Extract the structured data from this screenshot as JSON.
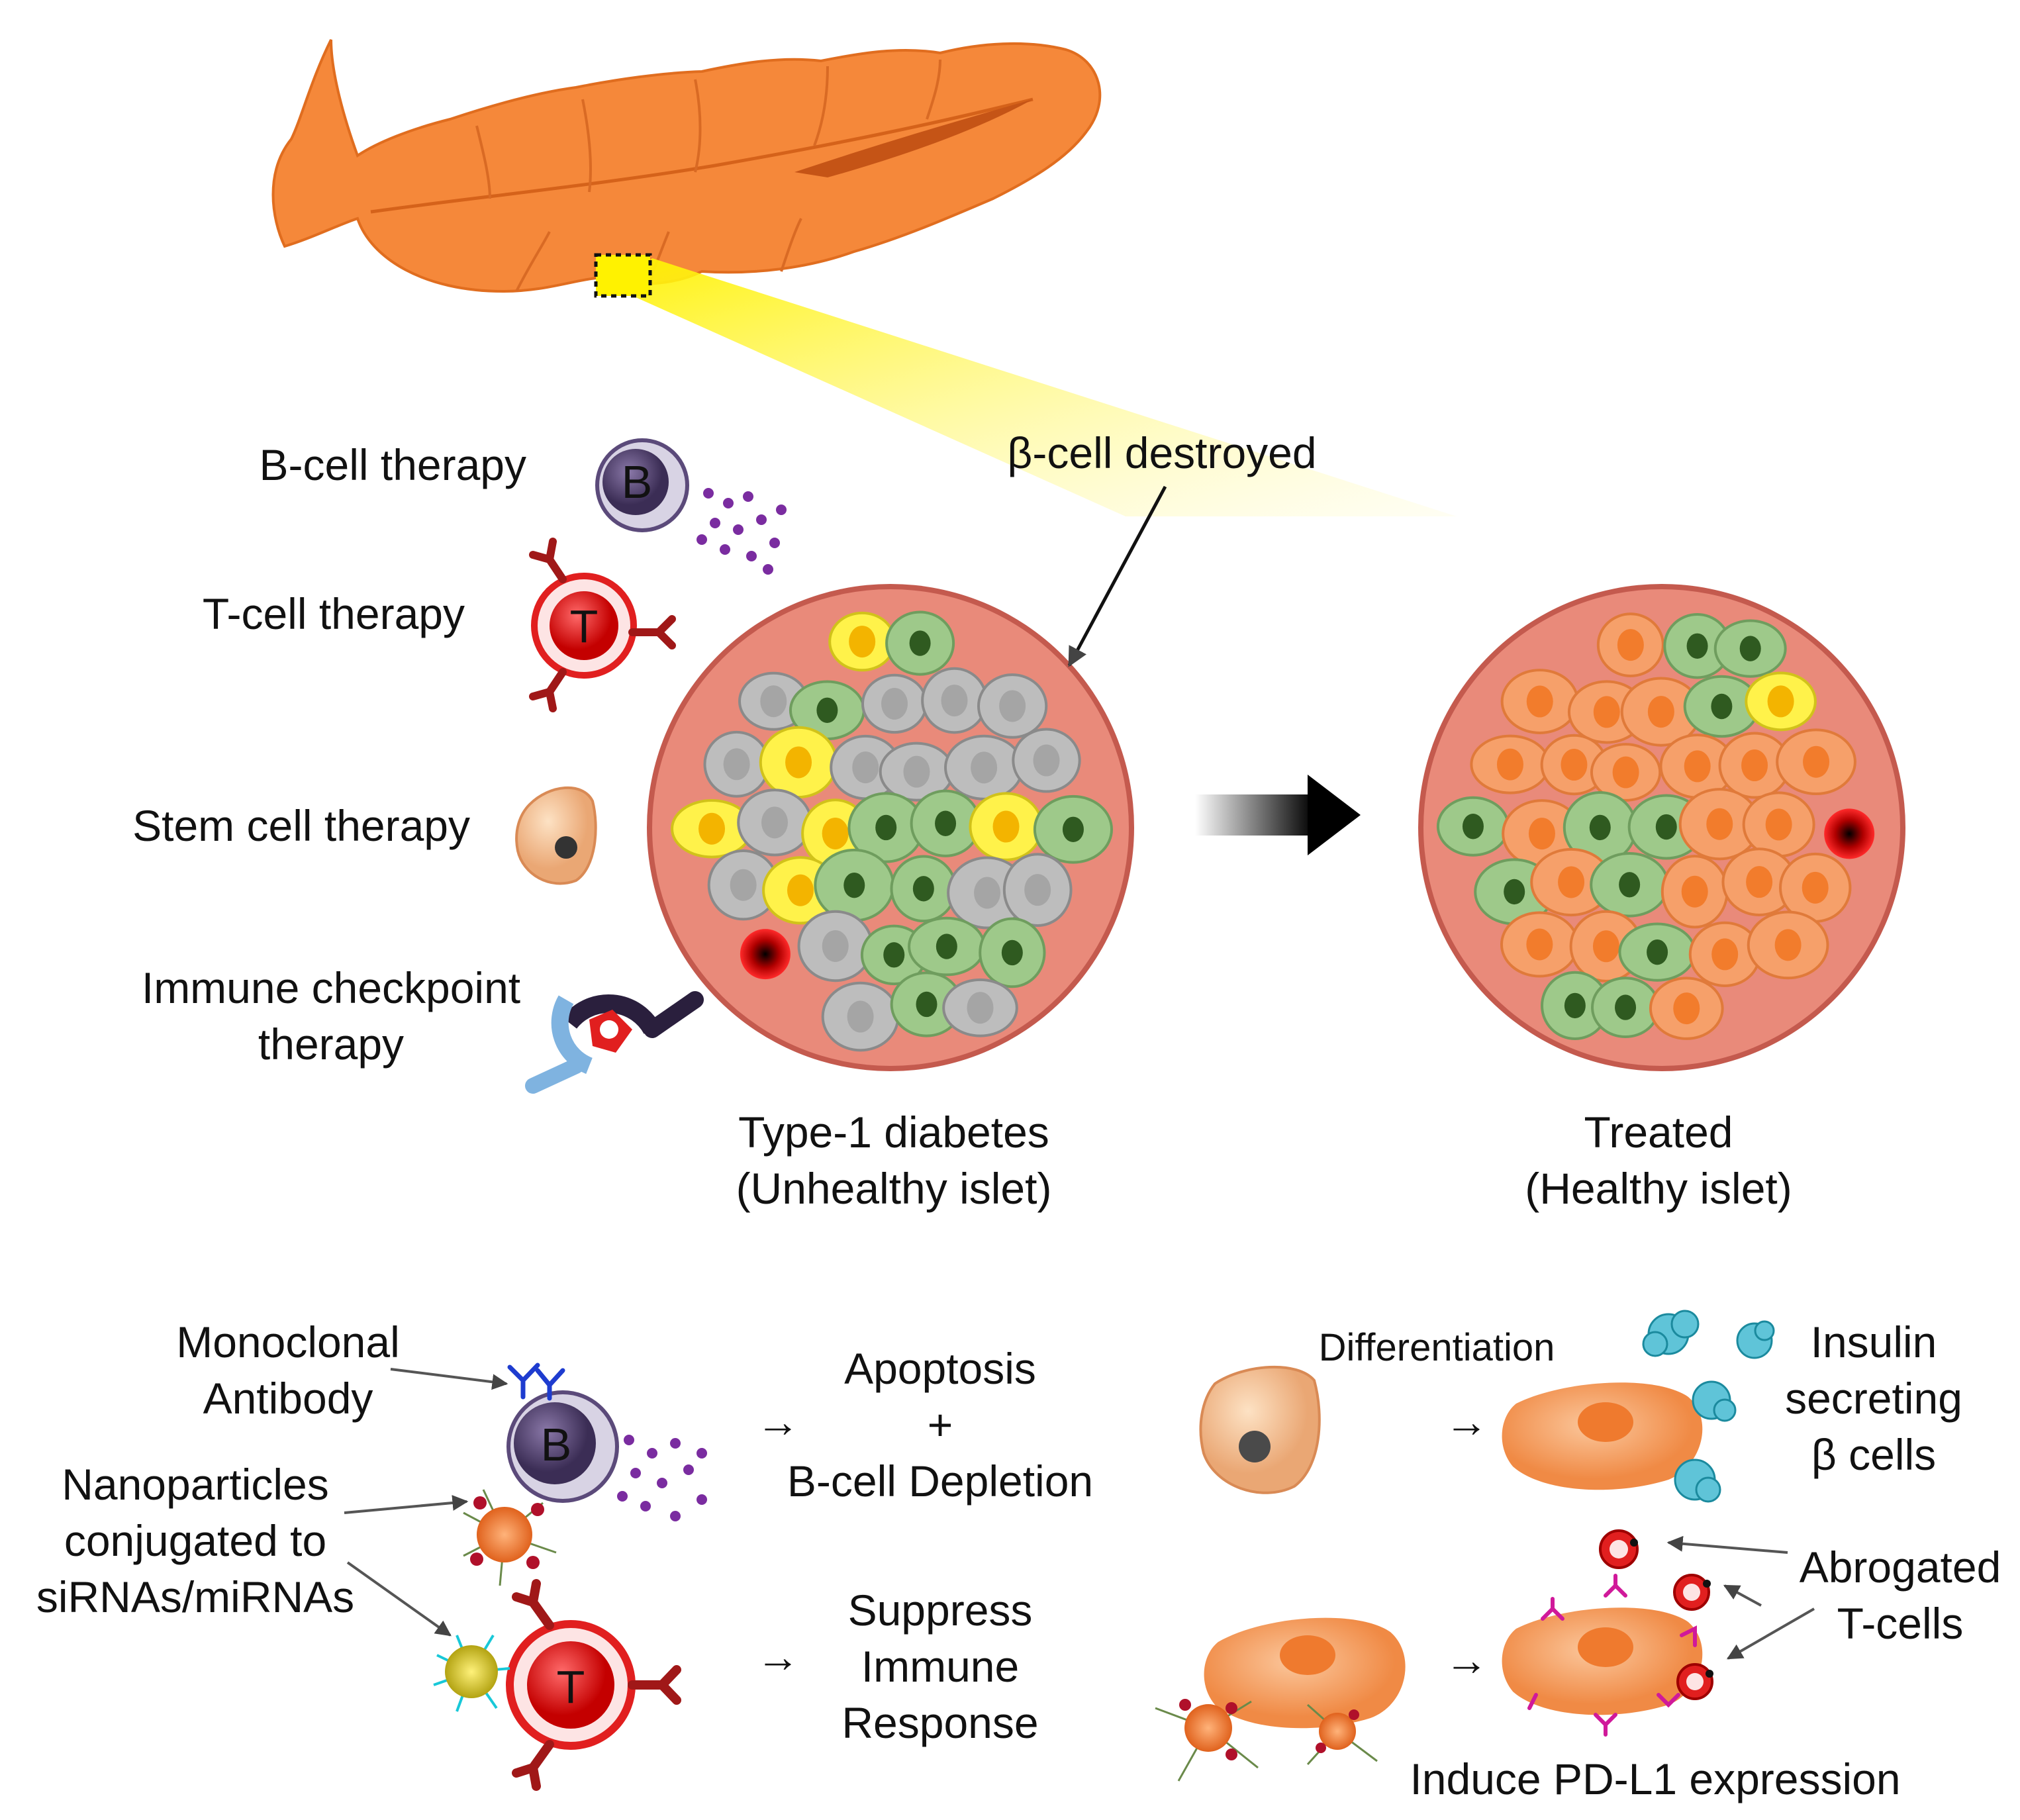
{
  "therapies": {
    "b_cell": "B-cell therapy",
    "t_cell": "T-cell therapy",
    "stem_cell": "Stem cell therapy",
    "checkpoint_line1": "Immune checkpoint",
    "checkpoint_line2": "therapy"
  },
  "cell_letters": {
    "b": "B",
    "t": "T"
  },
  "callout": "β-cell destroyed",
  "islet_unhealthy": {
    "line1": "Type-1 diabetes",
    "line2": "(Unhealthy islet)"
  },
  "islet_healthy": {
    "line1": "Treated",
    "line2": "(Healthy islet)"
  },
  "mechanisms": {
    "antibody": {
      "line1": "Monoclonal",
      "line2": "Antibody"
    },
    "nanoparticles": {
      "line1": "Nanoparticles",
      "line2": "conjugated to",
      "line3": "siRNAs/miRNAs"
    },
    "apoptosis": {
      "line1": "Apoptosis",
      "line2": "+",
      "line3": "B-cell Depletion"
    },
    "suppress": {
      "line1": "Suppress",
      "line2": "Immune",
      "line3": "Response"
    },
    "differentiation": "Differentiation",
    "insulin": {
      "line1": "Insulin",
      "line2": "secreting",
      "line3": "β cells"
    },
    "abrogated": {
      "line1": "Abrogated",
      "line2": "T-cells"
    },
    "pdl1": "Induce PD-L1 expression"
  },
  "colors": {
    "pancreas": "#f5883a",
    "magnifier": "#fff200",
    "b_cell": "#5b4a7a",
    "t_cell": "#e11f1f",
    "stem_cell": "#f6c79a",
    "islet_fill": "#e98a7a",
    "green_cell": "#9ec98a",
    "gray_cell": "#bdbdbd",
    "orange_cell": "#f6a06a",
    "yellow_cell": "#fff24a",
    "checkpoint_blue": "#7fb3e0",
    "checkpoint_dark": "#2a1f3d"
  },
  "icons": [
    "pancreas-icon",
    "b-cell-icon",
    "t-cell-icon",
    "stem-cell-icon",
    "checkpoint-icon",
    "nanoparticle-icon",
    "antibody-icon",
    "insulin-icon",
    "arrow-icon"
  ]
}
